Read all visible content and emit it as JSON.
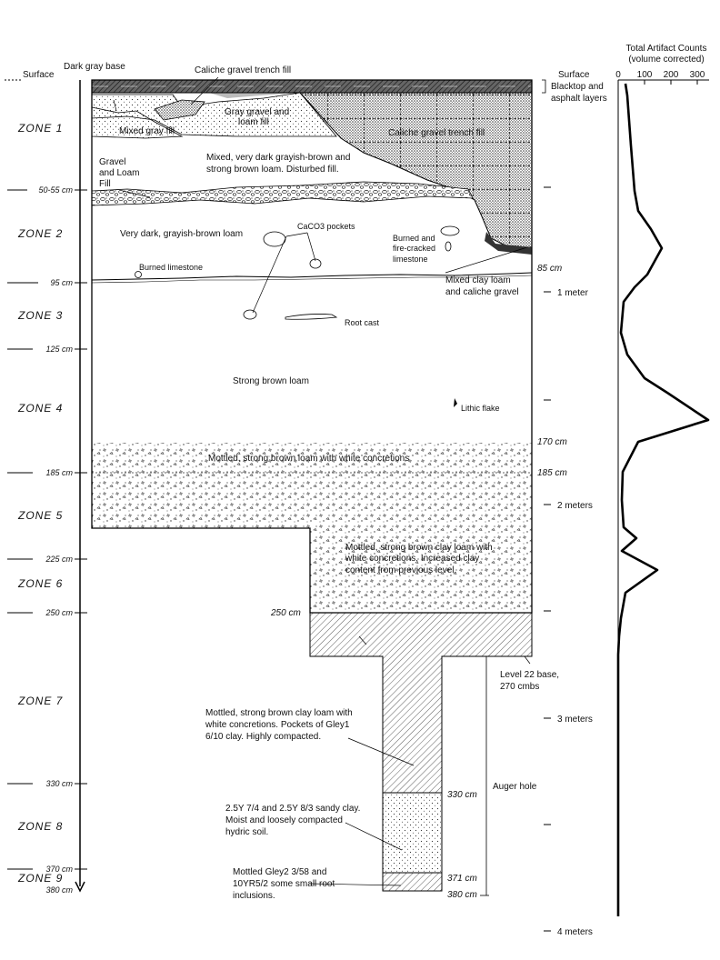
{
  "header": {
    "surface_left": "Surface",
    "surface_right": "Surface",
    "chart_title_line1": "Total Artifact Counts",
    "chart_title_line2": "(volume corrected)"
  },
  "axis": {
    "ticks": [
      "0",
      "100",
      "200",
      "300"
    ]
  },
  "zones": [
    "ZONE 1",
    "ZONE 2",
    "ZONE 3",
    "ZONE 4",
    "ZONE 5",
    "ZONE 6",
    "ZONE 7",
    "ZONE 8",
    "ZONE 9"
  ],
  "depths": [
    "50-55 cm",
    "95 cm",
    "125 cm",
    "185 cm",
    "225 cm",
    "250 cm",
    "330 cm",
    "370 cm",
    "380 cm"
  ],
  "meters": [
    "1 meter",
    "2 meters",
    "3 meters",
    "4 meters"
  ],
  "labels": {
    "dark_gray_base": "Dark gray base",
    "caliche_trench_fill_top": "Caliche gravel trench fill",
    "blacktop_1": "Blacktop and",
    "blacktop_2": "asphalt layers",
    "gray_gravel_1": "Gray gravel and",
    "gray_gravel_2": "loam fill",
    "mixed_gray_fill": "Mixed gray fill",
    "caliche_trench_fill_mid": "Caliche gravel trench fill",
    "gravel_loam_1": "Gravel",
    "gravel_loam_2": "and Loam",
    "gravel_loam_3": "Fill",
    "mixed_dark_1": "Mixed, very dark grayish-brown and",
    "mixed_dark_2": "strong brown loam. Disturbed fill.",
    "very_dark_loam": "Very dark, grayish-brown loam",
    "caco3": "CaCO3 pockets",
    "burned_fcr_1": "Burned and",
    "burned_fcr_2": "fire-cracked",
    "burned_fcr_3": "limestone",
    "burned_limestone": "Burned limestone",
    "cm85": "85 cm",
    "mixed_clay_1": "Mixed clay loam",
    "mixed_clay_2": "and caliche gravel",
    "root_cast": "Root cast",
    "strong_brown_loam": "Strong brown loam",
    "lithic_flake": "Lithic flake",
    "cm170": "170 cm",
    "mottled_loam": "Mottled, strong brown loam with white concretions",
    "cm185": "185 cm",
    "mottled_clay_1": "Mottled, strong brown clay loam with",
    "mottled_clay_2": "white concretions. Increased clay",
    "mottled_clay_3": "content from previous level.",
    "cm250": "250 cm",
    "level22_1": "Level 22 base,",
    "level22_2": "270 cmbs",
    "zone7_desc_1": "Mottled, strong brown clay loam with",
    "zone7_desc_2": "white concretions. Pockets of Gley1",
    "zone7_desc_3": "6/10 clay. Highly compacted.",
    "auger_hole": "Auger hole",
    "cm330": "330 cm",
    "zone8_desc_1": "2.5Y 7/4 and 2.5Y 8/3 sandy clay.",
    "zone8_desc_2": "Moist and loosely compacted",
    "zone8_desc_3": "hydric soil.",
    "cm371": "371 cm",
    "cm380": "380 cm",
    "zone9_desc_1": "Mottled Gley2 3/58 and",
    "zone9_desc_2": "10YR5/2 some small root",
    "zone9_desc_3": "inclusions."
  }
}
